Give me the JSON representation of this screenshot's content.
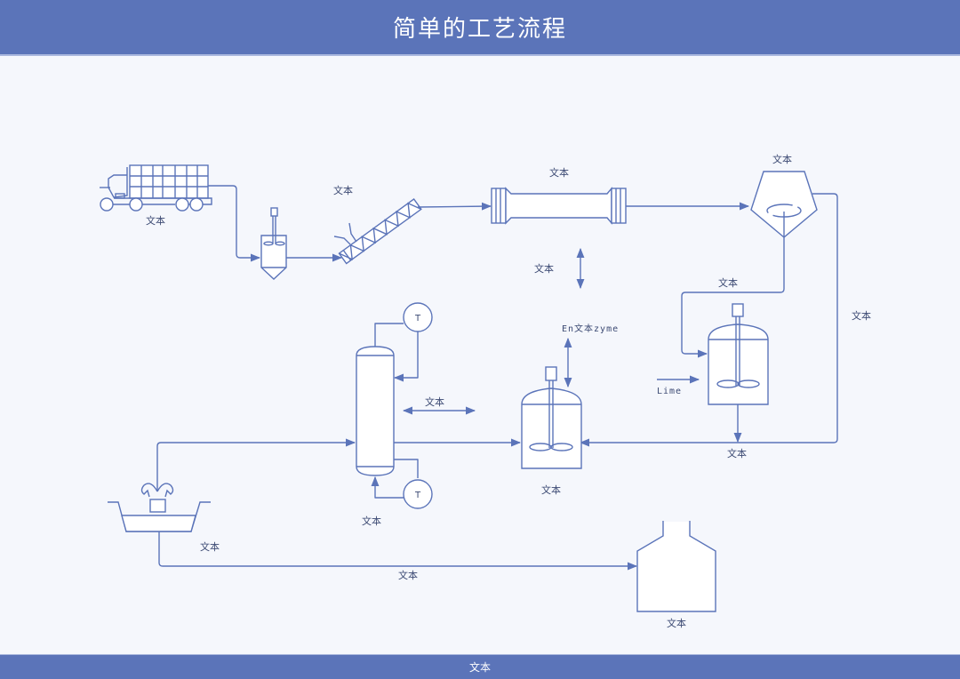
{
  "header": {
    "title": "简单的工艺流程"
  },
  "footer": {
    "text": "文本"
  },
  "colors": {
    "primary": "#5b74b9",
    "background": "#f5f7fc",
    "equipment_fill": "#ffffff"
  },
  "labels": {
    "truck": "文本",
    "screw_conveyor": "文本",
    "rotary_drum": "文本",
    "centrifuge": "文本",
    "bidirectional_vertical": "文本",
    "centrifuge_to_reactor": "文本",
    "recycle_line": "文本",
    "enzyme_feed": "En文本zyme",
    "lime_feed": "Lime",
    "bidirectional_horizontal": "文本",
    "reactor_outlet": "文本",
    "fermenter": "文本",
    "distillation_column": "文本",
    "fountain_basin": "文本",
    "bottom_line": "文本",
    "storage_tank": "文本"
  },
  "instruments": {
    "top_temperature": "T",
    "bottom_temperature": "T"
  }
}
